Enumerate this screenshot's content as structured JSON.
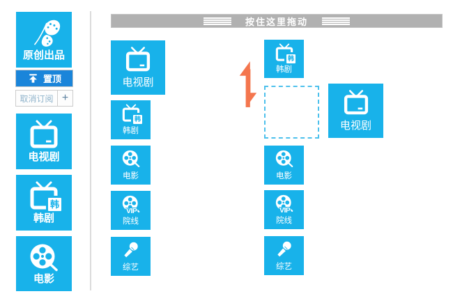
{
  "colors": {
    "tile_blue": "#18b2ea",
    "pin_blue": "#1a85da",
    "bar_gray": "#b1b1b1",
    "swap_orange": "#f4764e",
    "dashed_border": "#4cc0ec"
  },
  "sidebar": {
    "logo": {
      "label": "原创出品",
      "icon": "butterfly-icon"
    },
    "pin_button": {
      "label": "置顶",
      "icon": "pin-top-icon"
    },
    "unsubscribe_label": "取消订阅",
    "add_label": "+",
    "channels": [
      {
        "label": "电视剧",
        "icon": "tv-icon"
      },
      {
        "label": "韩剧",
        "icon": "tv-korean-icon",
        "badge": "韩"
      },
      {
        "label": "电影",
        "icon": "film-reel-icon"
      }
    ]
  },
  "main": {
    "drag_bar": {
      "label": "按住这里拖动",
      "icon": "drag-lines-icon"
    },
    "left_column": [
      {
        "label": "电视剧",
        "icon": "tv-icon",
        "size": "large"
      },
      {
        "label": "韩剧",
        "icon": "tv-korean-icon",
        "badge": "韩"
      },
      {
        "label": "电影",
        "icon": "film-reel-icon"
      },
      {
        "label": "院线",
        "icon": "film-reel-vip-icon",
        "badge": "VIP"
      },
      {
        "label": "综艺",
        "icon": "microphone-icon"
      }
    ],
    "right_column": {
      "top_tile": {
        "label": "韩剧",
        "icon": "tv-korean-icon",
        "badge": "韩"
      },
      "tiles": [
        {
          "label": "电影",
          "icon": "film-reel-icon"
        },
        {
          "label": "院线",
          "icon": "film-reel-vip-icon",
          "badge": "VIP"
        },
        {
          "label": "综艺",
          "icon": "microphone-icon"
        }
      ]
    },
    "dragged_tile": {
      "label": "电视剧",
      "icon": "tv-icon"
    },
    "swap_icon": "swap-arrows-icon"
  }
}
